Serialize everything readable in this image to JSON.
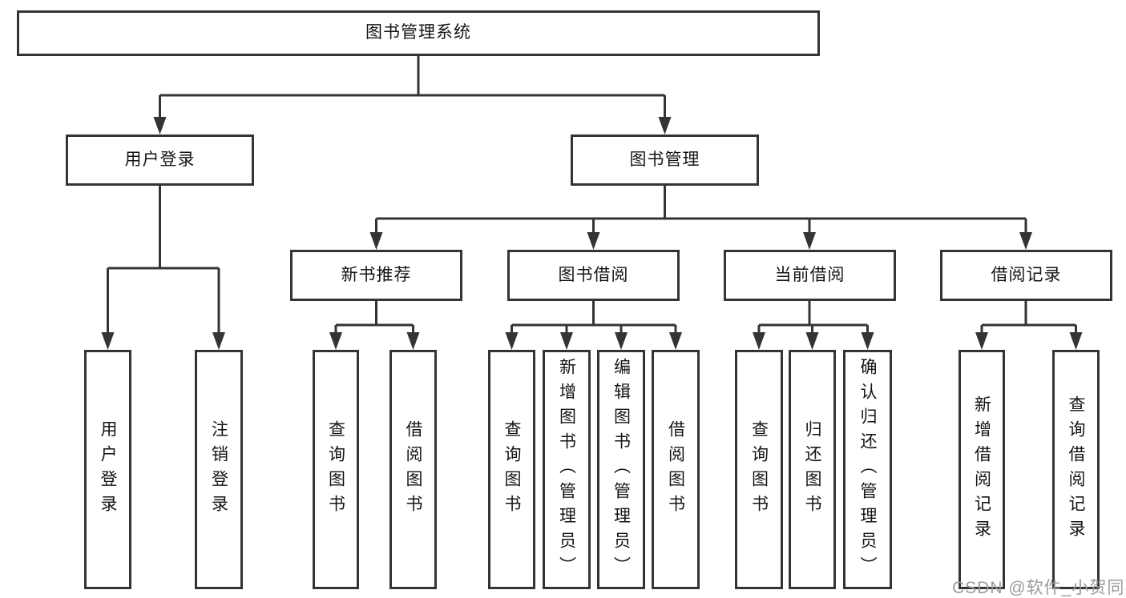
{
  "diagram": {
    "title": "图书管理系统",
    "level2": {
      "user_login": {
        "label": "用户登录",
        "children": {
          "login": "用户登录",
          "logout": "注销登录"
        }
      },
      "book_mgmt": {
        "label": "图书管理",
        "modules": {
          "new_books": {
            "label": "新书推荐",
            "children": {
              "query": "查询图书",
              "borrow": "借阅图书"
            }
          },
          "book_borrow": {
            "label": "图书借阅",
            "children": {
              "query": "查询图书",
              "add": "新增图书（管理员）",
              "edit": "编辑图书（管理员）",
              "borrow": "借阅图书"
            }
          },
          "current_borrow": {
            "label": "当前借阅",
            "children": {
              "query": "查询图书",
              "return": "归还图书",
              "confirm": "确认归还（管理员）"
            }
          },
          "borrow_records": {
            "label": "借阅记录",
            "children": {
              "add": "新增借阅记录",
              "query": "查询借阅记录"
            }
          }
        }
      }
    }
  },
  "watermark": "CSDN @软件_小贺同学",
  "colors": {
    "background": "#ffffff",
    "line": "#343434",
    "box_border": "#343434",
    "text": "#141414",
    "watermark": "#9b9b9b"
  }
}
